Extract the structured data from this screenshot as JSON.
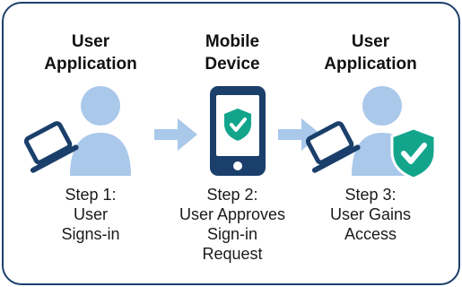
{
  "steps": [
    {
      "heading_lines": [
        "User",
        "Application"
      ],
      "caption_lines": [
        "Step 1:",
        "User",
        "Signs-in"
      ]
    },
    {
      "heading_lines": [
        "Mobile",
        "Device"
      ],
      "caption_lines": [
        "Step 2:",
        "User Approves",
        "Sign-in",
        "Request"
      ]
    },
    {
      "heading_lines": [
        "User",
        "Application"
      ],
      "caption_lines": [
        "Step 3:",
        "User Gains",
        "Access"
      ]
    }
  ],
  "colors": {
    "frame": "#1b3f6b",
    "person": "#a9c8ea",
    "arrow": "#a9c8ea",
    "device": "#1b3f6b",
    "device_screen": "#ffffff",
    "shield": "#12a58c"
  },
  "icons": {
    "step1": [
      "person-icon",
      "laptop-icon"
    ],
    "step2": [
      "smartphone-icon",
      "shield-check-icon"
    ],
    "step3": [
      "person-icon",
      "laptop-icon",
      "shield-check-icon"
    ],
    "connectors": [
      "arrow-right-icon",
      "arrow-right-icon"
    ]
  }
}
